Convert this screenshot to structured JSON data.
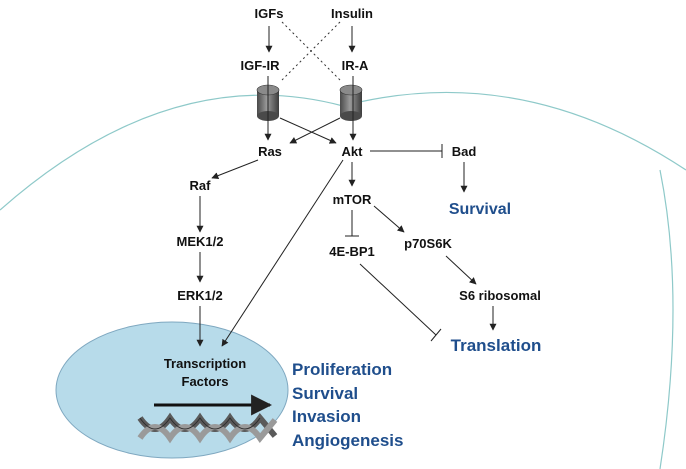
{
  "ligands": {
    "igfs": "IGFs",
    "insulin": "Insulin"
  },
  "receptors": {
    "igf_ir": "IGF-IR",
    "ir_a": "IR-A"
  },
  "nodes": {
    "ras": "Ras",
    "akt": "Akt",
    "bad": "Bad",
    "raf": "Raf",
    "mek": "MEK1/2",
    "erk": "ERK1/2",
    "mtor": "mTOR",
    "four_ebp1": "4E-BP1",
    "p70s6k": "p70S6K",
    "s6": "S6 ribosomal"
  },
  "nucleus": {
    "line1": "Transcription",
    "line2": "Factors"
  },
  "outcomes": {
    "survival": "Survival",
    "translation": "Translation",
    "nuclear": [
      "Proliferation",
      "Survival",
      "Invasion",
      "Angiogenesis"
    ]
  },
  "colors": {
    "outcome_text": "#1f4e8c",
    "cell_stroke": "#8ec9c9",
    "nucleus_fill": "#b7dbea",
    "nucleus_stroke": "#7fa8c0",
    "receptor_fill": "#6d6d6d"
  }
}
